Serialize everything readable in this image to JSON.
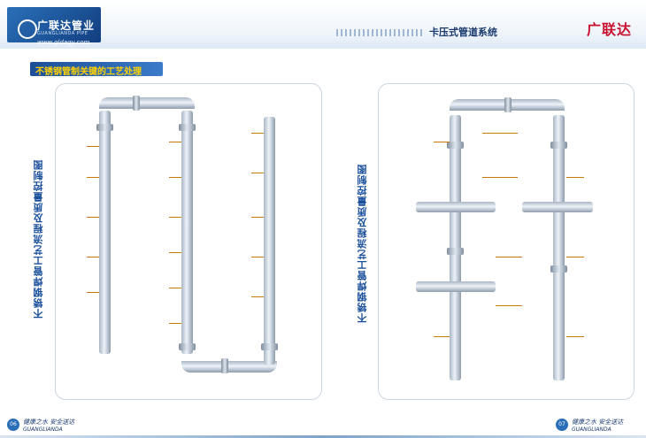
{
  "header": {
    "brand_zh": "广联达管业",
    "brand_en": "GUANGLIANDA PIPE",
    "url": "www.gldagy.com",
    "system_title": "卡压式管道系统",
    "brand_right": "广联达"
  },
  "section_title": "不锈钢管制关键的工艺处理",
  "left_panel": {
    "vertical_title": "不锈钢焊管工艺流程及质量控制图"
  },
  "right_panel": {
    "vertical_title": "不锈钢焊管工艺流程及质量控制图"
  },
  "footer": {
    "slogan_left": "健康之水 安全送达",
    "slogan_left_en": "GUANGLIANDA",
    "slogan_right": "健康之水 安全送达",
    "slogan_right_en": "GUANGLIANDA",
    "page_left": "06",
    "page_right": "07"
  }
}
